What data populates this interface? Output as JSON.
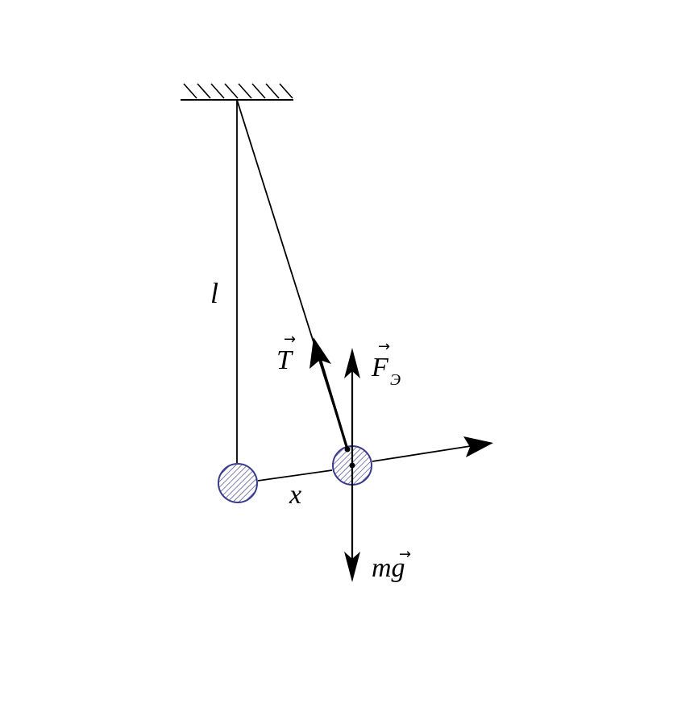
{
  "labels": {
    "length": "l",
    "displacement": "x",
    "tension": "T",
    "electric_force_base": "F",
    "electric_force_sub": "Э",
    "gravity": "mg"
  },
  "vector_mark": "→",
  "colors": {
    "lines": "#000000",
    "ball_outline": "#3a3a8c",
    "ball_hatch": "#3a3a8c",
    "background": "#ffffff"
  }
}
